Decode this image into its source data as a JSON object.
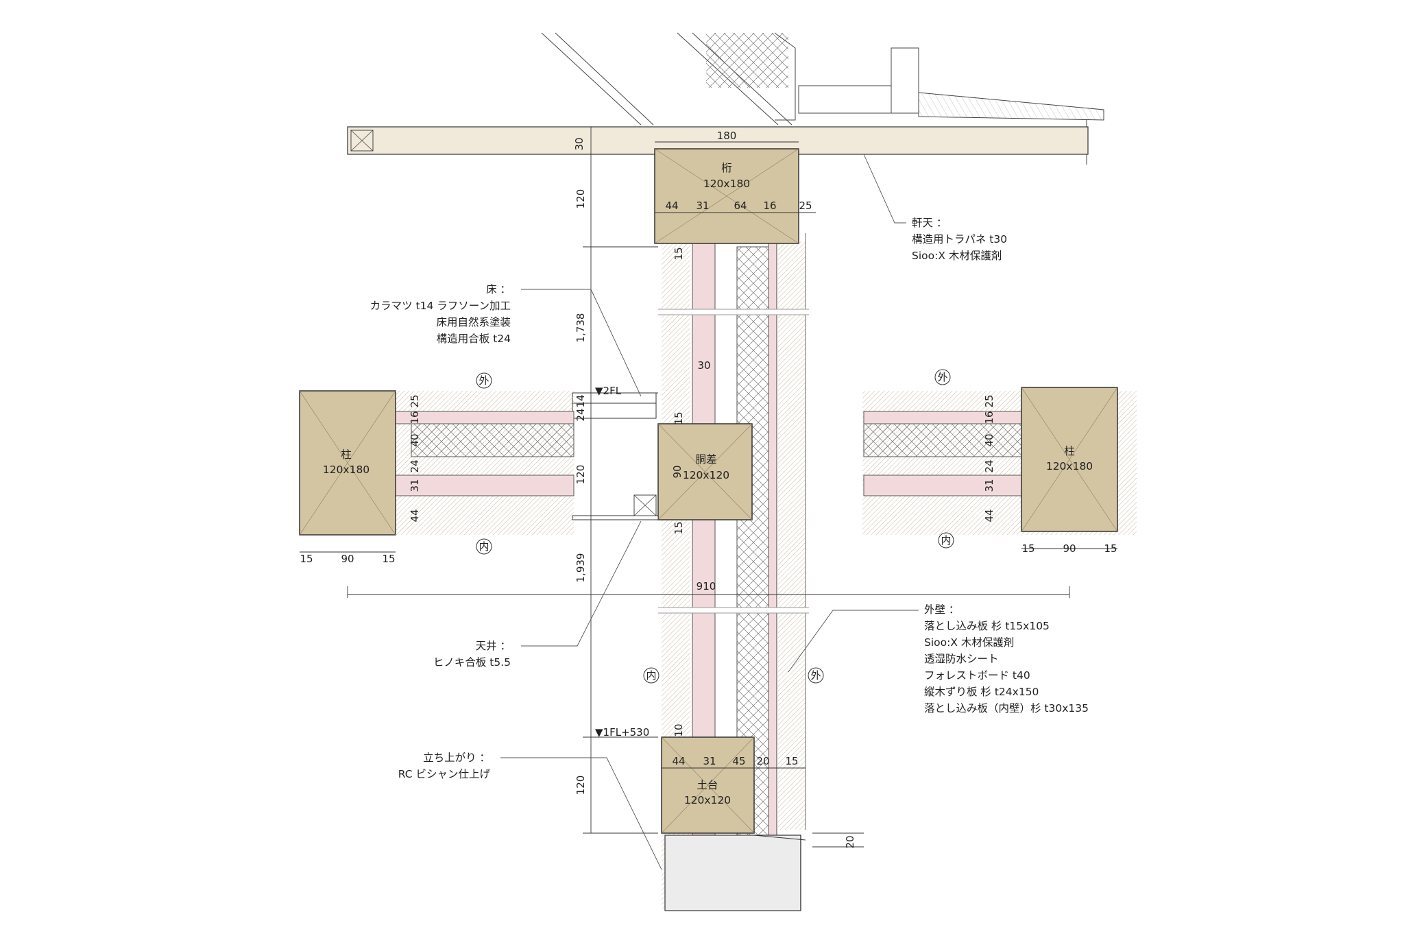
{
  "colors": {
    "timber": "#d3c4a2",
    "timber_light": "#e9e1cb",
    "sheathing": "#f1eadb",
    "pink": "#f2dadc",
    "concrete": "#ececec",
    "line": "#333333",
    "leader": "#555555"
  },
  "members": {
    "keta": {
      "name": "桁",
      "size": "120x180"
    },
    "dosa": {
      "name": "胴差",
      "size": "120x120"
    },
    "dodai": {
      "name": "土台",
      "size": "120x120"
    },
    "hashira_left": {
      "name": "柱",
      "size": "120x180"
    },
    "hashira_right": {
      "name": "柱",
      "size": "120x180"
    }
  },
  "levels": {
    "second_floor": "▼2FL",
    "first_floor": "▼1FL+530"
  },
  "side_marks": {
    "outside": "外",
    "inside": "内"
  },
  "notes": {
    "eaves": {
      "title": "軒天 ：",
      "lines": [
        "構造用トラパネ t30",
        "Sioo:X 木材保護剤"
      ]
    },
    "floor": {
      "title": "床 ：",
      "lines": [
        "カラマツ t14 ラフソーン加工",
        "床用自然系塗装",
        "構造用合板 t24"
      ]
    },
    "ceiling": {
      "title": "天井 ：",
      "lines": [
        "ヒノキ合板 t5.5"
      ]
    },
    "wall": {
      "title": "外壁 ：",
      "lines": [
        "落とし込み板  杉 t15x105",
        "Sioo:X 木材保護剤",
        "透湿防水シート",
        "フォレストボード t40",
        "縦木ずり板  杉 t24x150",
        "落とし込み板（内壁）杉 t30x135"
      ]
    },
    "base": {
      "title": "立ち上がり ：",
      "lines": [
        "RC ビシャン仕上げ"
      ]
    }
  },
  "dimensions": {
    "eave_thickness": "30",
    "beam_width": "180",
    "beam_split": [
      "44",
      "31",
      "64",
      "16",
      "25"
    ],
    "vertical": [
      "120",
      "1,738",
      "120",
      "1,939",
      "120"
    ],
    "tenon": [
      "15",
      "15",
      "15",
      "10"
    ],
    "stud": "30",
    "dosa_depth": "90",
    "floor_stack": [
      "14",
      "24"
    ],
    "sill_split": [
      "44",
      "31",
      "45",
      "20",
      "15"
    ],
    "base_step": "20",
    "plan_layers": [
      "25",
      "16",
      "40",
      "24",
      "31",
      "44"
    ],
    "plan_post": [
      "15",
      "90",
      "15"
    ],
    "module": "910"
  }
}
